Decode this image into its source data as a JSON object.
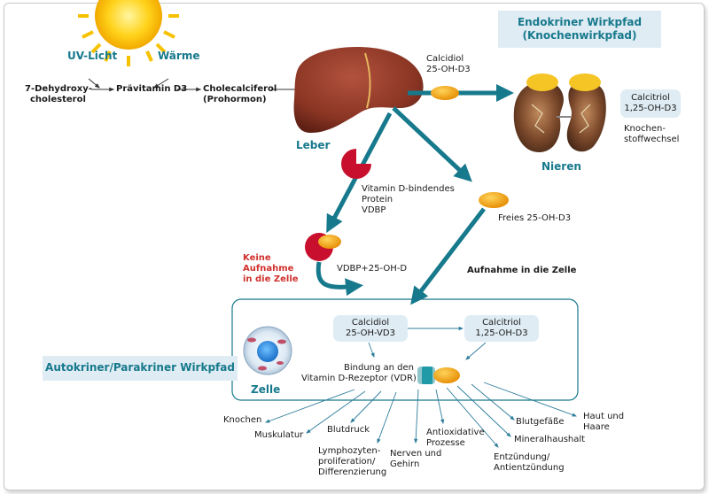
{
  "colors": {
    "teal": "#17798c",
    "red": "#d0312d",
    "box": "#dfecf4",
    "orange": "#f3a200"
  },
  "top": {
    "uv_light": "UV-Licht",
    "heat": "Wärme",
    "dehydro_1": "7-Dehydroxy-",
    "dehydro_2": "cholesterol",
    "previtamin": "Prävitamin D3",
    "cholecalciferol_1": "Cholecalciferol",
    "cholecalciferol_2": "(Prohormon)",
    "liver": "Leber",
    "calcidiol_1": "Calcidiol",
    "calcidiol_2": "25-OH-D3"
  },
  "endocrine": {
    "header_1": "Endokriner Wirkpfad",
    "header_2": "(Knochenwirkpfad)",
    "calcitriol_1": "Calcitriol",
    "calcitriol_2": "1,25-OH-D3",
    "bone_1": "Knochen-",
    "bone_2": "stoffwechsel",
    "kidneys": "Nieren"
  },
  "middle": {
    "vdbp_1": "Vitamin D-bindendes",
    "vdbp_2": "Protein",
    "vdbp_3": "VDBP",
    "free": "Freies 25-OH-D3",
    "no_uptake_1": "Keine",
    "no_uptake_2": "Aufnahme",
    "no_uptake_3": "in die Zelle",
    "vdbp_complex": "VDBP+25-OH-D",
    "uptake": "Aufnahme in die Zelle"
  },
  "cell": {
    "calcidiol_1": "Calcidiol",
    "calcidiol_2": "25-OH-VD3",
    "calcitriol_1": "Calcitriol",
    "calcitriol_2": "1,25-OH-D3",
    "binding_1": "Bindung an den",
    "binding_2": "Vitamin D-Rezeptor (VDR)",
    "cell_label": "Zelle",
    "autocrine_header": "Autokriner/Parakriner Wirkpfad"
  },
  "effects": {
    "bone": "Knochen",
    "muscle": "Muskulatur",
    "blood_pressure": "Blutdruck",
    "lympho_1": "Lymphozyten-",
    "lympho_2": "proliferation/",
    "lympho_3": "Differenzierung",
    "nerves_1": "Nerven und",
    "nerves_2": "Gehirn",
    "antiox_1": "Antioxidative",
    "antiox_2": "Prozesse",
    "inflam_1": "Entzündung/",
    "inflam_2": "Antientzündung",
    "mineral": "Mineralhaushalt",
    "vessels": "Blutgefäße",
    "skin_1": "Haut und",
    "skin_2": "Haare"
  }
}
